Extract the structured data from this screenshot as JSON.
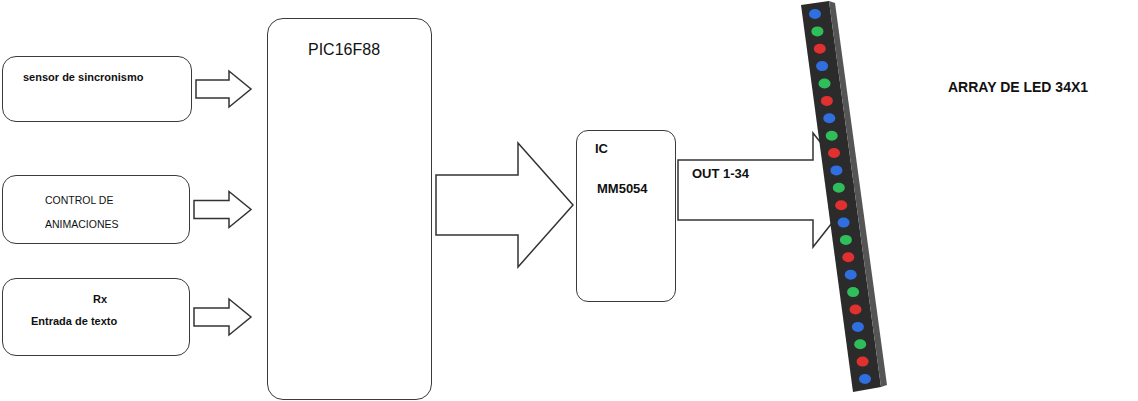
{
  "diagram": {
    "nodes": [
      {
        "text": [
          "sensor de sincronismo"
        ]
      },
      {
        "text": [
          "CONTROL DE ANIMACIONES"
        ]
      },
      {
        "text": [
          "Rx",
          "Entrada de texto"
        ]
      },
      {
        "text": [
          "PIC16F88"
        ]
      },
      {
        "text": [
          "IC",
          "MM5054"
        ]
      },
      {
        "text": [
          "ARRAY DE LED 34X1"
        ]
      }
    ],
    "edges": [
      {
        "from": 0,
        "to": 3,
        "arrow": "to"
      },
      {
        "from": 1,
        "to": 3,
        "arrow": "to"
      },
      {
        "from": 2,
        "to": 3,
        "arrow": "to"
      },
      {
        "from": 3,
        "to": 4,
        "arrow": "to"
      },
      {
        "from": 4,
        "to": 5,
        "label": "OUT 1-34",
        "arrow": "to"
      }
    ]
  }
}
